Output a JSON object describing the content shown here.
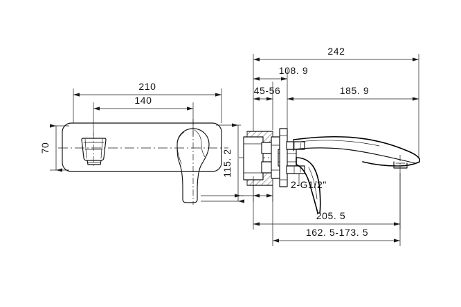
{
  "drawing": {
    "type": "technical-dimension-drawing",
    "subject": "wall-mounted single-lever basin mixer faucet",
    "background_color": "#ffffff",
    "line_color": "#1a1a1a",
    "views": [
      {
        "name": "front-elevation",
        "position": "left"
      },
      {
        "name": "side-section-view",
        "position": "right"
      }
    ],
    "dimensions": {
      "front_overall_width": "210",
      "front_center_spacing": "140",
      "front_plate_height": "70",
      "front_total_height": "115. 2",
      "side_overall_projection": "242",
      "side_wall_to_body": "108. 9",
      "side_wall_thickness_range": "45-56",
      "side_body_to_tip": "185. 9",
      "side_lever_reach": "205. 5",
      "side_spout_range": "162. 5-173. 5",
      "thread_callout": "2-G1/2\""
    }
  }
}
